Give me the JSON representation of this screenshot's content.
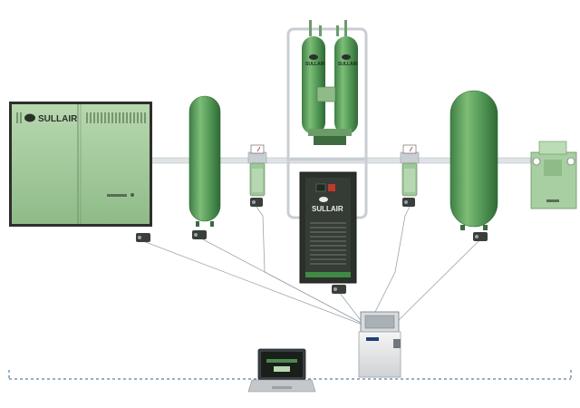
{
  "compressor": {
    "brand": "SULLAIR",
    "model_plate": ""
  },
  "dryer": {
    "brand": "SULLAIR"
  },
  "desiccant": {
    "brand": "SULLAIR"
  },
  "filter_unit": {
    "plate": ""
  },
  "laptop": {
    "screen": ""
  },
  "colors": {
    "equipment_green": "#9ec79a",
    "tank_green": "#5aa05c",
    "frame_gray": "#c9ced3",
    "pipe": "#dfe3e6",
    "network_line": "#9aa3aa",
    "dashed_line": "#2f5f8f",
    "dryer_body": "#2b302b"
  },
  "icons": [
    "sensor-icon",
    "sensor-icon",
    "sensor-icon",
    "sensor-icon",
    "sensor-icon",
    "sensor-icon",
    "pressure-gauge-icon",
    "controller-icon",
    "laptop-icon",
    "sullair-logo"
  ]
}
